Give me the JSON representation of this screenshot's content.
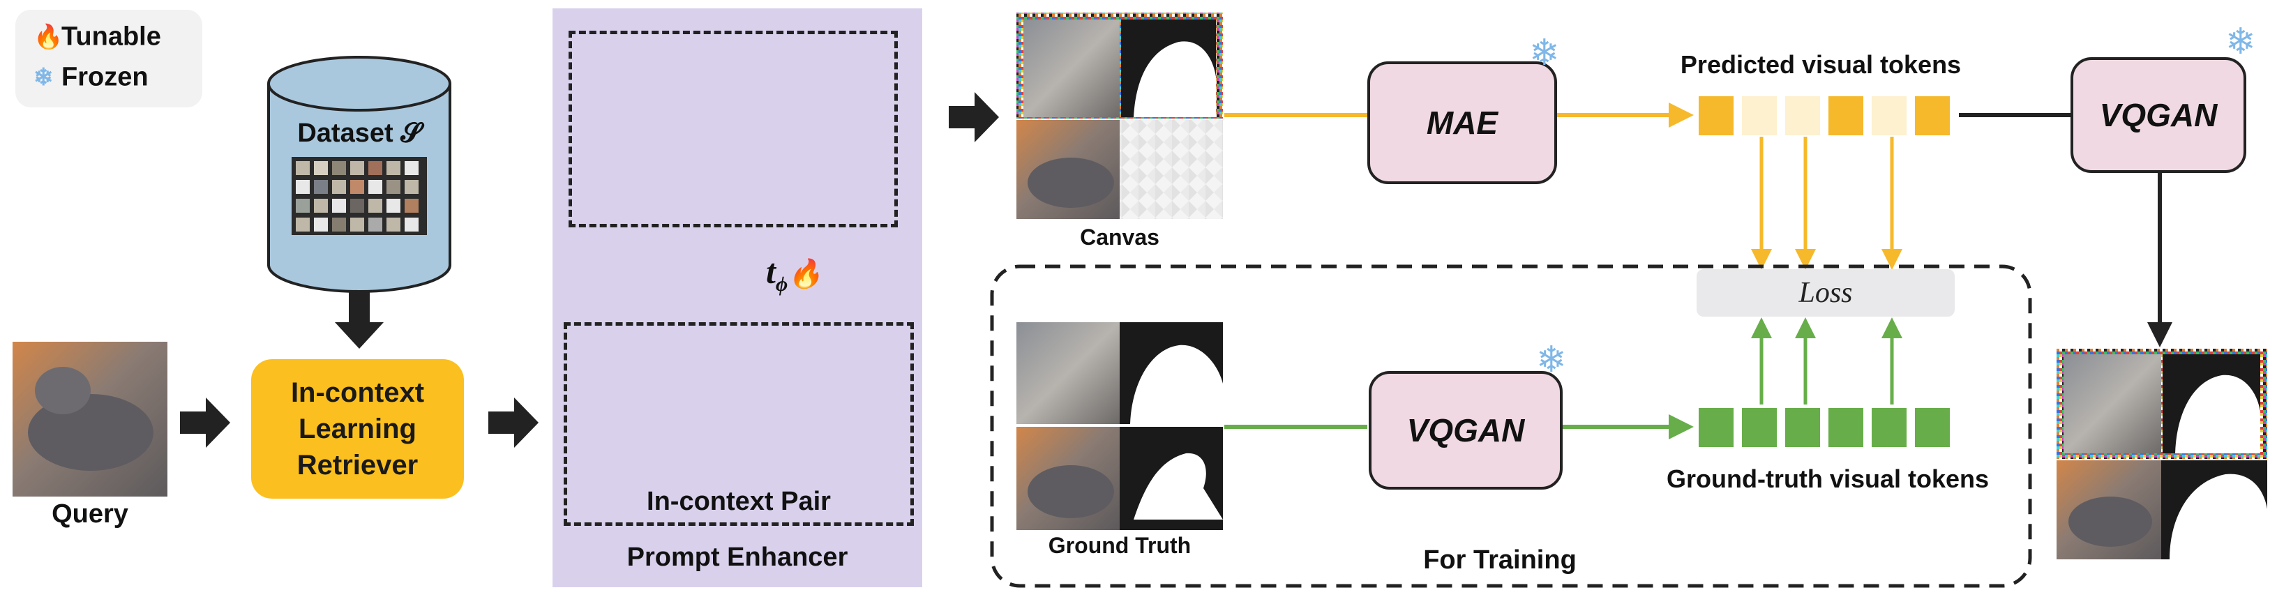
{
  "legend": {
    "tunable": "Tunable",
    "frozen": "Frozen",
    "tunable_icon": "fire-icon",
    "frozen_icon": "snowflake-icon"
  },
  "dataset": {
    "label": "Dataset 𝓢"
  },
  "query": {
    "label": "Query"
  },
  "retriever": {
    "label": "In-context Learning Retriever"
  },
  "prompt_enhancer": {
    "title": "Prompt Enhancer",
    "pair_label": "In-context Pair",
    "param": "t",
    "param_sub": "ϕ"
  },
  "canvas": {
    "label": "Canvas"
  },
  "mae": {
    "label": "MAE"
  },
  "vqgan_top": {
    "label": "VQGAN"
  },
  "vqgan_bottom": {
    "label": "VQGAN"
  },
  "tokens": {
    "predicted_label": "Predicted visual tokens",
    "ground_truth_label": "Ground-truth visual tokens",
    "predicted": [
      "dark",
      "light",
      "light",
      "dark",
      "light",
      "dark"
    ]
  },
  "loss": {
    "label": "Loss"
  },
  "ground_truth": {
    "label": "Ground Truth"
  },
  "training": {
    "label": "For Training"
  },
  "colors": {
    "orange": "#fbbf1f",
    "green": "#67ae4a",
    "purple": "#d9d1ec",
    "pink": "#f0d9e2",
    "dark": "#222222"
  }
}
